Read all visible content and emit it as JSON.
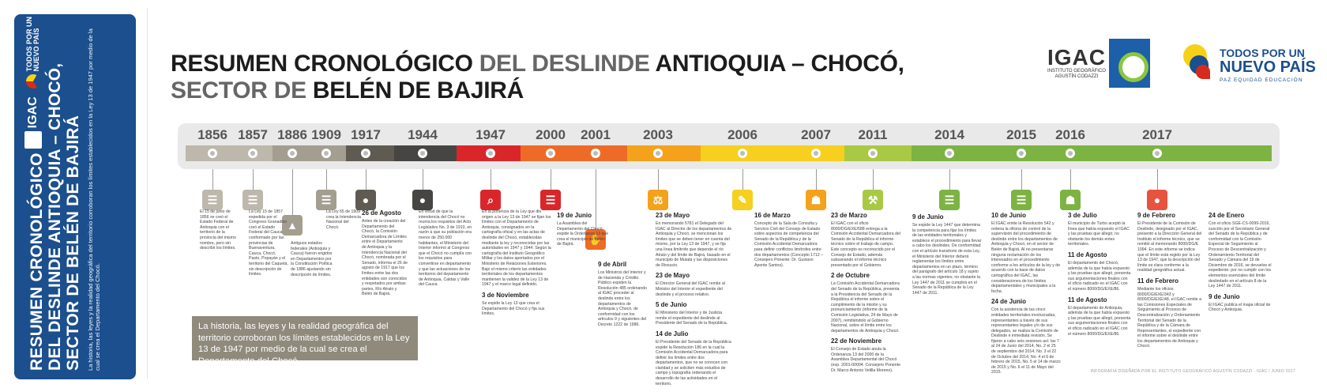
{
  "sidebar": {
    "title_line1": "RESUMEN CRONOLÓGICO",
    "title_line2": "DEL DESLINDE ANTIOQUIA – CHOCÓ,",
    "title_line3": "SECTOR DE BELÉN DE BAJIRÁ",
    "subtitle": "La historia, las leyes y la realidad geográfica del territorio corroboran los límites establecidos en la Ley 13 de 1947 por medio de la cual se crea el Departamento del Chocó.",
    "logo_igac": "IGAC",
    "logo_tp_line1": "TODOS POR UN",
    "logo_tp_line2": "NUEVO PAÍS"
  },
  "header": {
    "title_part1": "RESUMEN CRONOLÓGICO",
    "title_part2": " DEL DESLINDE ",
    "title_part3": "ANTIOQUIA – CHOCÓ,",
    "title_part4": "SECTOR DE ",
    "title_part5": "BELÉN DE BAJIRÁ",
    "igac_big": "IGAC",
    "igac_small1": "INSTITUTO GEOGRÁFICO",
    "igac_small2": "AGUSTÍN CODAZZI",
    "tp_line1": "TODOS POR UN",
    "tp_line2": "NUEVO PAÍS",
    "tp_line3": "PAZ   EQUIDAD   EDUCACIÓN"
  },
  "timeline": {
    "years": [
      "1856",
      "1857",
      "1886",
      "1909",
      "1917",
      "1944",
      "1947",
      "2000",
      "2001",
      "2003",
      "2006",
      "2007",
      "2011",
      "2014",
      "2015",
      "2016",
      "2017"
    ],
    "colors": {
      "grey_1": "#bdb8ab",
      "grey_2": "#a39e90",
      "dark_1": "#5f5b52",
      "dark_2": "#474542",
      "red": "#d9262b",
      "orange": "#ee6b27",
      "amber": "#f4a21b",
      "yellow": "#f7cf1e",
      "lime": "#a9c844",
      "green": "#7cb342",
      "teal": "#2e9d6a",
      "coral": "#e8533f"
    }
  },
  "events": [
    {
      "date": "",
      "text": "El 15 de junio de 1856 se creó el Estado Federal de Antioquia con el territorio de la provincia del mismo nombre, pero sin describir los límites."
    },
    {
      "date": "",
      "text": "La Ley 15 de 1857 expedida por el Congreso Granadino creó el Estado Federal del Cauca conformado por las provincias de Buenaventura, Cauca, Chocó, Pasto, Popayán y el territorio del Caquetá, sin descripción de límites."
    },
    {
      "date": "",
      "text": "Antiguos estados federales (Antioquia y Cauca) fueron erigidos en Departamentos por la Constitución Política de 1886 ajustando sin descripción de límites."
    },
    {
      "date": "",
      "text": "La Ley 65 de 1909 crea la Intendencia Nacional del Chocó."
    },
    {
      "date": "26 de Agosto",
      "text": "Antes de la creación del Departamento del Chocó, la Comisión Demarcadora de Límites entre el Departamento de Antioquia y la Intendencia Nacional del Chocó, nombrada por el Senado, informa el 26 de agosto de 1917 que los límites entre las dos entidades son conocidos y respetados por ambas partes, Río Atrato y Belén de Bajirá."
    },
    {
      "date": "",
      "text": "En virtud de que la intendencia del Chocó no reunía los requisitos del Acto Legislativo No. 3 de 1910, en razón a que su población era menor de 250.000 habitantes, el Ministerio del Interior informó al Congreso que el Chocó no cumplía con los requisitos para convertirse en departamento y que las actuaciones de los territorios del departamento de Antioquia, Caldas y Valle del Cauca."
    },
    {
      "date": "",
      "text": "En la ponencia de la Ley que dio origen a la Ley 13 de 1947 se fijan los límites con el Departamento de Antioquia, consignados en la cartografía oficial y en las actas de deslinde del Chocó, establecidas mediante la ley y reconocidas por las autoridades en 1947 y 1944. Según la cartografía del Instituto Geográfico Militar y los datos aportados por el Ministerio de Relaciones Exteriores. Bajo el mismo criterio las entidades territoriales de los departamentos mantienen la validez de la Ley 13 de 1947 y el marco legal definido."
    },
    {
      "date": "3 de Noviembre",
      "text": "Se expide la Ley 13 que crea el Departamento del Chocó y fija sus límites."
    },
    {
      "date": "19 de Junio",
      "text": "La Asamblea del Departamento del Chocó expide la Ordenanza 13 que crea el municipio de Belén de Bajirá."
    },
    {
      "date": "9 de Abril",
      "text": "Los Ministros del Interior y de Hacienda y Crédito Público expiden la Resolución 485 ordenando al IGAC proceder al deslinde entre los departamentos de Antioquia y Chocó, de conformidad con los artículos 9 y siguientes del Decreto 1222 de 1986."
    },
    {
      "date": "23 de Mayo",
      "text": "En memorando 5781 el Delegado del IGAC al Director de los departamentos de Antioquia y Chocó, se mencionan los límites que se deben tener en cuenta del mismo, por la Ley 13 de 1947, y se fija una línea limítrofe que depende el río Atrato y del límite de Bajirá, basado en el municipio de Mutatá y las disposiciones de Riosucio."
    },
    {
      "date": "23 de Mayo",
      "text": "El Director General del IGAC remite al Ministro del Interior el expediente del deslinde y el proceso relativo."
    },
    {
      "date": "5 de Junio",
      "text": "El Ministerio del Interior y de Justicia remite el expediente del deslinde al Presidente del Senado de la República."
    },
    {
      "date": "14 de Julio",
      "text": "El Presidente del Senado de la República expide la Resolución 186 en la cual la Comisión Accidental Demarcadora para definir los límites entre dos departamentos, que no se conocen con claridad y se soliciten más estudios de campo y topografía ordenando el desarrollo de las actividades en el territorio."
    },
    {
      "date": "16 de Marzo",
      "text": "Concepto de la Sala de Consulta y Servicio Civil del Consejo de Estado sobre aspectos de competencia del Senado de la República y de la Comisión Accidental Demarcadora para definir conflictos limítrofes entre dos departamentos (Concepto 1712 – Consejero Ponente: Dr. Gustavo Aponte Santos)."
    },
    {
      "date": "23 de Marzo",
      "text": "El IGAC con el oficio 8000/DG/EXE/588 entrega a la Comisión Accidental Demarcadora del Senado de la República el informe técnico sobre el trabajo de campo. Este concepto es reconocido por el Consejo de Estado, además subsanando el informe técnico presentado por el Gobierno."
    },
    {
      "date": "2 de Octubre",
      "text": "La Comisión Accidental Demarcadora del Senado de la República, presenta a la Presidencia del Senado de la República el informe sobre el cumplimiento de la misión y su pronunciamiento (informe de la Comisión Legislativa, 24 de Mayo de 2007), remitiéndolo al Gobierno Nacional, sobre el límite entre los departamentos de Antioquia y Chocó."
    },
    {
      "date": "22 de Noviembre",
      "text": "El Consejo de Estado anula la Ordenanza 13 del 2000 de la Asamblea Departamental del Chocó (exp. 2001-00004. Consejero Ponente Dr. Marco Antonio Velilla Moreno)."
    },
    {
      "date": "9 de Junio",
      "text": "Se expide la Ley 1447 que determina la competencia para fijar los límites de las entidades territoriales y establece el procedimiento para llevar a cabo los deslindes. De conformidad con el artículo transitorio de esta Ley, el Ministerio del Interior deberá reglamentar los límites entre departamentos en un plazo, término del parágrafo del artículo 18 y sujeto a las normas vigentes; no obstante la Ley 1447 de 2011 se cumplirá en el Senado de la República de la Ley 1447 de 2011."
    },
    {
      "date": "10 de Junio",
      "text": "El IGAC emite la Resolución 542 y ordena la oficina de control de la supervisión del procedimiento de deslinde entre los departamentos de Antioquia y Chocó, en el sector de Belén de Bajirá. Al no presentarse ninguna reclamación de los interesados en el procedimiento conforme a los artículos de la ley y de acuerdo con la base de datos cartográfica del IGAC, las consideraciones de los límites departamentales y municipales a la fecha."
    },
    {
      "date": "24 de Junio",
      "text": "Con la asistencia de las cinco entidades territoriales involucradas, representantes a través de sus representantes legales y/o de sus delegados, se realiza la Comisión de Deslinde e inmediata revisión. Se fijaron a cabo seis sesiones así: las 7 al 24 de Junio del 2014, No. 2 el 25 de septiembre del 2014, No. 3 el 22 de Octubre del 2014, No. 4 el 6 de febrero de 2015, No. 5 el 14 de marzo de 2015 y No. 6 el 11 de Mayo del 2015."
    },
    {
      "date": "3 de Julio",
      "text": "El municipio de Turbo aceptó la línea que había expuesto el IGAC y las pruebas que allegó; no obstante los demás entes territoriales."
    },
    {
      "date": "11 de Agosto",
      "text": "El departamento del Chocó, además de la que había expuesto y las pruebas que allegó, presenta sus argumentaciones finales con el oficio radicado en el IGAC con el número 8000/DG/EXE/86."
    },
    {
      "date": "11 de Agosto",
      "text": "El departamento de Antioquia, además de la que había expuesto y las pruebas que allegó, presenta sus argumentaciones finales con el oficio radicado en el IGAC con el número 8000/DG/EXE/86."
    },
    {
      "date": "9 de Febrero",
      "text": "El Presidente de la Comisión de Deslinde, designado por el IGAC, presentó a la Dirección General del Instituto el informe técnico, que se remitió al memorando 8000/DG/E 1094. En este informe se indica que el límite está regido por la Ley 13 de 1947, que la descripción del límite es clara conforme a la realidad geográfica actual."
    },
    {
      "date": "11 de Febrero",
      "text": "Mediante los oficios 8000/DG/EXE/343 y 8000/DG/EXE/48, el IGAC remite a las Comisiones Especiales de Seguimiento al Proceso de Descentralización y Ordenamiento Territorial del Senado de la República y de la Cámara de Representantes, el expediente con el informe sobre el deslinde entre los departamentos de Antioquia y Chocó."
    },
    {
      "date": "24 de Enero",
      "text": "Con el oficio SGE-CS-0099-2016, suscrito por el Secretario General del Senado de la República y de conformidad con la Comisión Especial de Seguimiento al Proceso de Descentralización y Ordenamiento Territorial del Senado y Cámara del 19 de Diciembre de 2016, se devuelve el expediente: por no cumplir con los elementos esenciales del límite deslindado en el artículo 8 de la Ley 1447 de 2011."
    },
    {
      "date": "9 de Junio",
      "text": "El IGAC publica el mapa oficial de Chocó y Antioquia."
    }
  ],
  "infobox": {
    "text": "La historia, las leyes y la realidad geográfica del territorio corroboran los límites establecidos en la Ley 13 de 1947 por medio de la cual se crea el Departamento del Chocó."
  },
  "credit": "INFOGRAFÍA DISEÑADA POR EL INSTITUTO GEOGRÁFICO AGUSTÍN CODAZZI - IGAC / JUNIO 2017"
}
